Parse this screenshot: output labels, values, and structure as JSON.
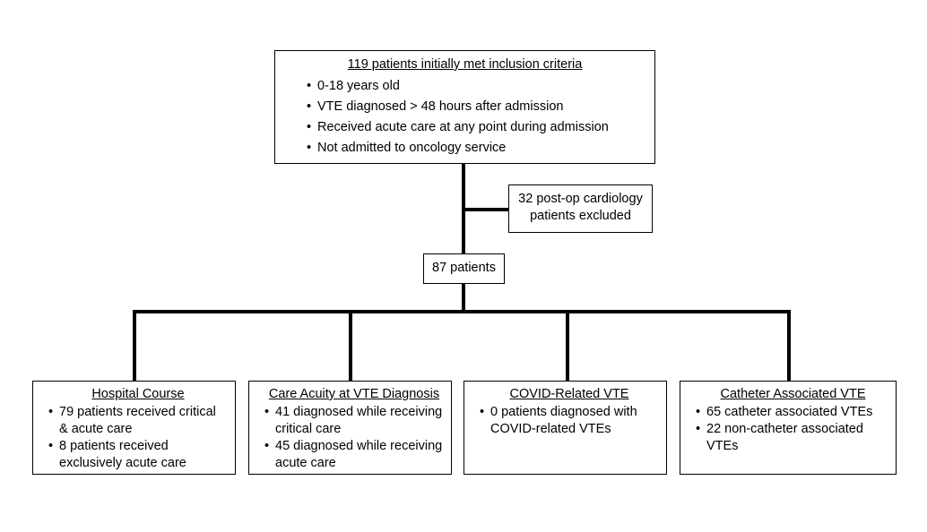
{
  "top_box": {
    "title": "119 patients initially met inclusion criteria",
    "criteria": [
      "0-18 years old",
      "VTE diagnosed > 48 hours after admission",
      "Received acute care at any point during admission",
      "Not admitted to oncology service"
    ]
  },
  "excluded_box": {
    "line1": "32 post-op cardiology",
    "line2": "patients excluded"
  },
  "middle_box": {
    "label": "87 patients"
  },
  "bottom_boxes": [
    {
      "title": "Hospital Course",
      "items": [
        "79 patients received critical & acute care",
        "8 patients received exclusively acute care"
      ]
    },
    {
      "title": "Care Acuity at VTE Diagnosis",
      "items": [
        "41 diagnosed while receiving critical care",
        "45 diagnosed while receiving acute care"
      ]
    },
    {
      "title": "COVID-Related VTE",
      "items": [
        "0 patients diagnosed with COVID-related VTEs"
      ]
    },
    {
      "title": "Catheter Associated VTE",
      "items": [
        "65 catheter associated VTEs",
        "22 non-catheter associated VTEs"
      ]
    }
  ]
}
